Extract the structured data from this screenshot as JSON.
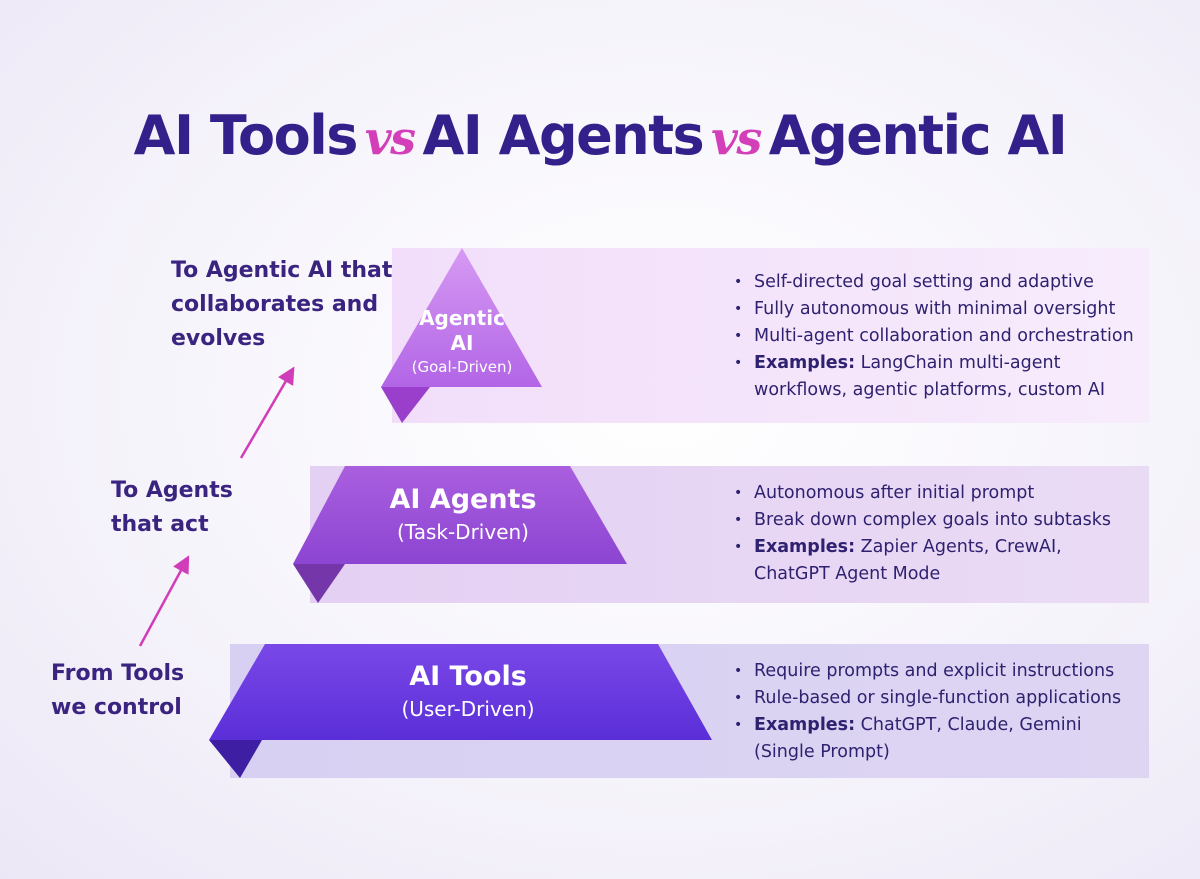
{
  "title": {
    "part1": "AI Tools",
    "vs1": "vs",
    "part2": "AI Agents",
    "vs2": "vs",
    "part3": "Agentic AI"
  },
  "progression": {
    "top": [
      "To Agentic AI that",
      "collaborates and",
      "evolves"
    ],
    "middle": [
      "To Agents",
      "that act"
    ],
    "bottom": [
      "From Tools",
      "we control"
    ]
  },
  "tiers": {
    "agentic": {
      "title_line1": "Agentic",
      "title_line2": "AI",
      "subtitle": "(Goal-Driven)",
      "bullets": [
        "Self-directed goal setting and adaptive",
        "Fully autonomous  with minimal oversight",
        "Multi-agent collaboration and orchestration"
      ],
      "examples_label": "Examples:",
      "examples_line1": " LangChain multi-agent",
      "examples_line2": "workflows, agentic platforms, custom AI"
    },
    "agents": {
      "title": "AI Agents",
      "subtitle": "(Task-Driven)",
      "bullets": [
        "Autonomous after initial prompt",
        "Break down complex goals into subtasks"
      ],
      "examples_label": "Examples:",
      "examples_line1": " Zapier Agents, CrewAI,",
      "examples_line2": "ChatGPT Agent Mode"
    },
    "tools": {
      "title": "AI Tools",
      "subtitle": "(User-Driven)",
      "bullets": [
        "Require prompts and explicit instructions",
        "Rule-based or single-function applications"
      ],
      "examples_label": "Examples:",
      "examples_line1": " ChatGPT, Claude, Gemini",
      "examples_line2": "(Single Prompt)"
    }
  },
  "colors": {
    "title": "#33208a",
    "vs": "#d23fb9",
    "arrow": "#d13cb8",
    "agentic_shape": "#b56ae6",
    "agents_shape": "#9a50d9",
    "tools_shape": "#6436e0"
  }
}
